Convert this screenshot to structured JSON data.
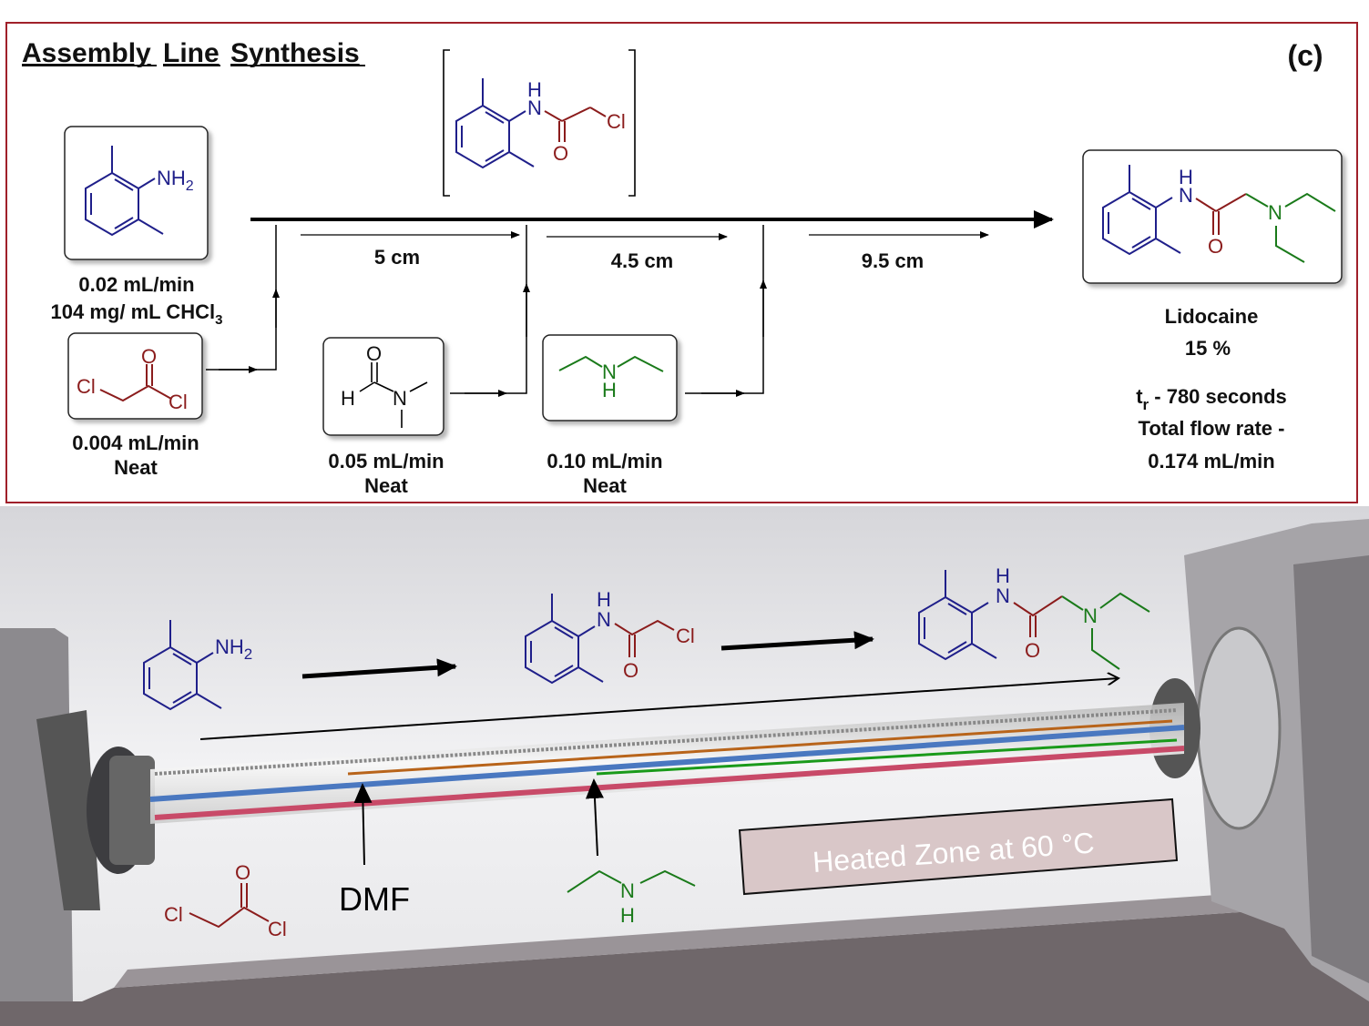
{
  "title_words": [
    "Assembly",
    "Line",
    "Synthesis"
  ],
  "panel_label": "(c)",
  "atoms": {
    "NH2": "NH",
    "sub2": "2",
    "N": "N",
    "H": "H",
    "O": "O",
    "Cl": "Cl"
  },
  "reagents": [
    {
      "flow": "0.02 mL/min",
      "conc": "104 mg/ mL CHCl",
      "conc_sub": "3"
    },
    {
      "flow": "0.004 mL/min",
      "conc": "Neat"
    },
    {
      "flow": "0.05 mL/min",
      "conc": "Neat"
    },
    {
      "flow": "0.10 mL/min",
      "conc": "Neat"
    }
  ],
  "distances": [
    "5 cm",
    "4.5 cm",
    "9.5 cm"
  ],
  "product": {
    "name": "Lidocaine",
    "yield": "15 %",
    "tr_main": "t",
    "tr_sub": "r",
    "tr_rest": " - 780 seconds",
    "total_label": "Total flow rate -",
    "total_value": "0.174 mL/min"
  },
  "reactor": {
    "dmf_label": "DMF",
    "heated_zone": "Heated Zone at 60 °C"
  },
  "colors": {
    "aniline": "#1f1f8a",
    "acyl": "#8b1c1c",
    "amine": "#1a7a1a",
    "frame": "#a0202a",
    "heated_box": "#d9c7c8"
  }
}
